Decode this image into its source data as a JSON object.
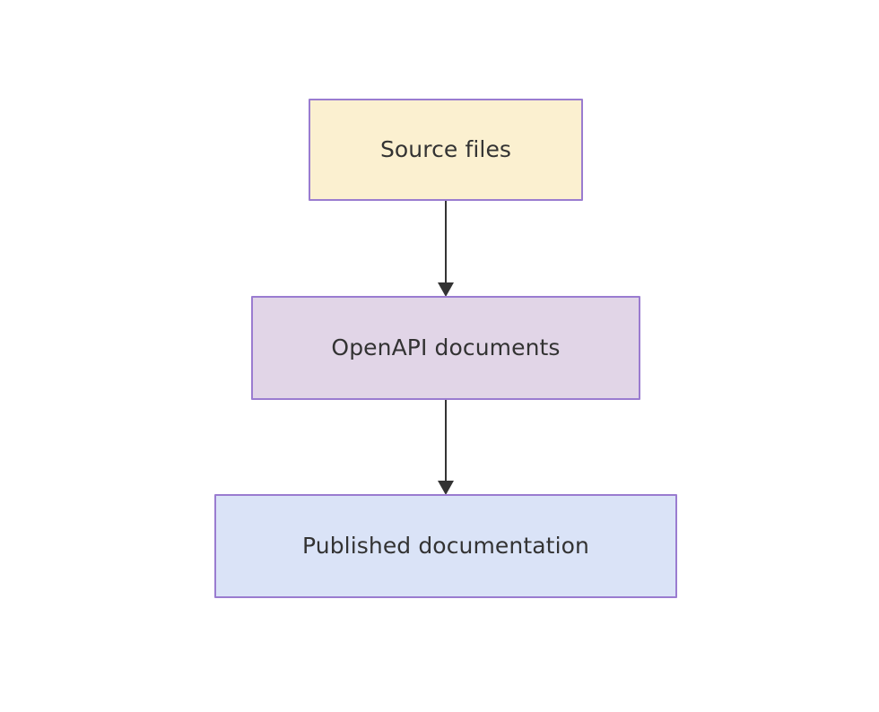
{
  "diagram": {
    "type": "flowchart",
    "direction": "top-to-bottom",
    "background_color": "#ffffff",
    "nodes": [
      {
        "id": "source-files",
        "label": "Source files",
        "shape": "rectangle",
        "fill_color": "#fbf0d0",
        "border_color": "#9a7cd0",
        "text_color": "#333333"
      },
      {
        "id": "openapi-documents",
        "label": "OpenAPI documents",
        "shape": "rectangle",
        "fill_color": "#e1d5e7",
        "border_color": "#9a7cd0",
        "text_color": "#333333"
      },
      {
        "id": "published-documentation",
        "label": "Published documentation",
        "shape": "rectangle",
        "fill_color": "#dae3f7",
        "border_color": "#9a7cd0",
        "text_color": "#333333"
      }
    ],
    "edges": [
      {
        "id": "edge-source-to-openapi",
        "from": "source-files",
        "to": "openapi-documents",
        "label": "",
        "style": "solid",
        "arrowhead": "filled-triangle",
        "color": "#333333"
      },
      {
        "id": "edge-openapi-to-published",
        "from": "openapi-documents",
        "to": "published-documentation",
        "label": "",
        "style": "solid",
        "arrowhead": "filled-triangle",
        "color": "#333333"
      }
    ]
  }
}
